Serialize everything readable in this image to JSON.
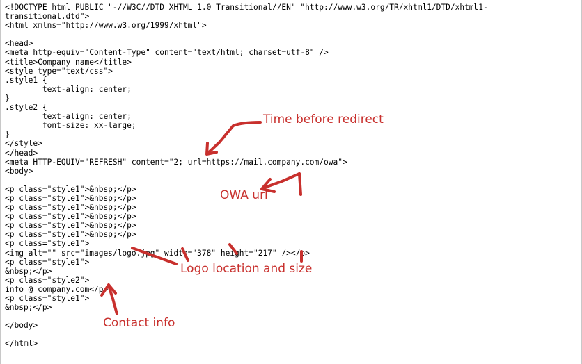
{
  "code_lines": [
    "<!DOCTYPE html PUBLIC \"-//W3C//DTD XHTML 1.0 Transitional//EN\" \"http://www.w3.org/TR/xhtml1/DTD/xhtml1-",
    "transitional.dtd\">",
    "<html xmlns=\"http://www.w3.org/1999/xhtml\">",
    "",
    "<head>",
    "<meta http-equiv=\"Content-Type\" content=\"text/html; charset=utf-8\" />",
    "<title>Company name</title>",
    "<style type=\"text/css\">",
    ".style1 {",
    "        text-align: center;",
    "}",
    ".style2 {",
    "        text-align: center;",
    "        font-size: xx-large;",
    "}",
    "</style>",
    "</head>",
    "<meta HTTP-EQUIV=\"REFRESH\" content=\"2; url=https://mail.company.com/owa\">",
    "<body>",
    "",
    "<p class=\"style1\">&nbsp;</p>",
    "<p class=\"style1\">&nbsp;</p>",
    "<p class=\"style1\">&nbsp;</p>",
    "<p class=\"style1\">&nbsp;</p>",
    "<p class=\"style1\">&nbsp;</p>",
    "<p class=\"style1\">&nbsp;</p>",
    "<p class=\"style1\">",
    "<img alt=\"\" src=\"images/logo.jpg\" width=\"378\" height=\"217\" /></p>",
    "<p class=\"style1\">",
    "&nbsp;</p>",
    "<p class=\"style2\">",
    "info @ company.com</p>",
    "<p class=\"style1\">",
    "&nbsp;</p>",
    "",
    "</body>",
    "",
    "</html>"
  ],
  "annotations": {
    "redirect_label": "Time before redirect",
    "owa_label": "OWA url",
    "logo_label": "Logo location and size",
    "contact_label": "Contact info"
  },
  "colors": {
    "annotation": "#c8302d",
    "code_text": "#000000",
    "background": "#ffffff"
  }
}
